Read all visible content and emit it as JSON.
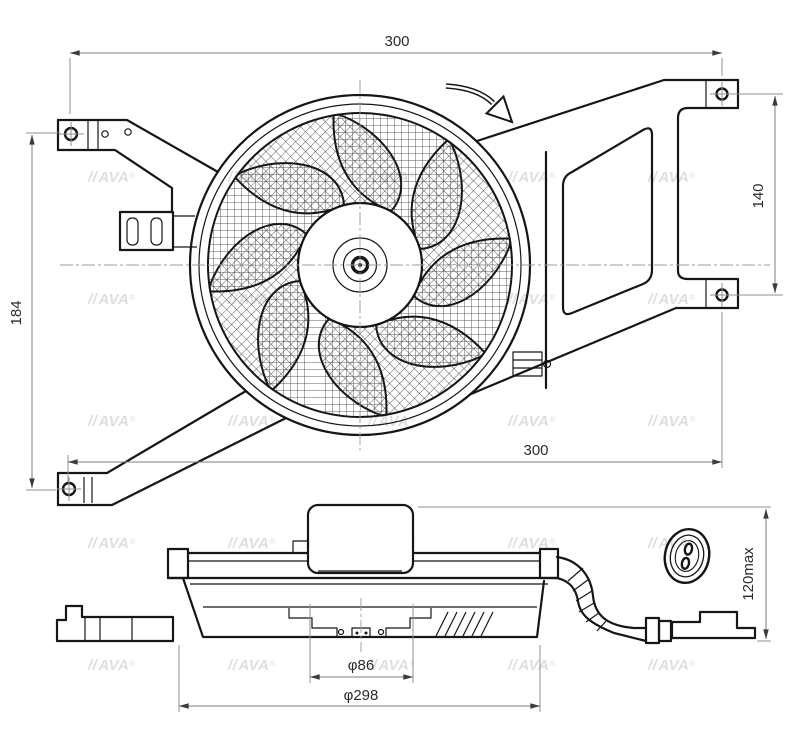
{
  "drawing": {
    "subject": "radiator-cooling-fan-with-shroud-and-brackets",
    "views": {
      "top": "front view of fan and mounting frame",
      "bottom": "side profile view with wiring harness"
    },
    "dimensions": {
      "top_width": "300",
      "right_mount_spacing": "140",
      "left_mount_spacing": "184",
      "lower_width": "300",
      "hub_diameter": "φ86",
      "fan_diameter": "φ298",
      "max_depth": "120max"
    },
    "rotation_arrow": "clockwise",
    "watermark": {
      "prefix": "//",
      "text": "AVA",
      "suffix": "®"
    },
    "colors": {
      "background": "#ffffff",
      "outline": "#161616",
      "dimension_lines": "#8f9093",
      "dimension_text": "#2b2b2b",
      "watermark": "#c9c2c6"
    }
  }
}
